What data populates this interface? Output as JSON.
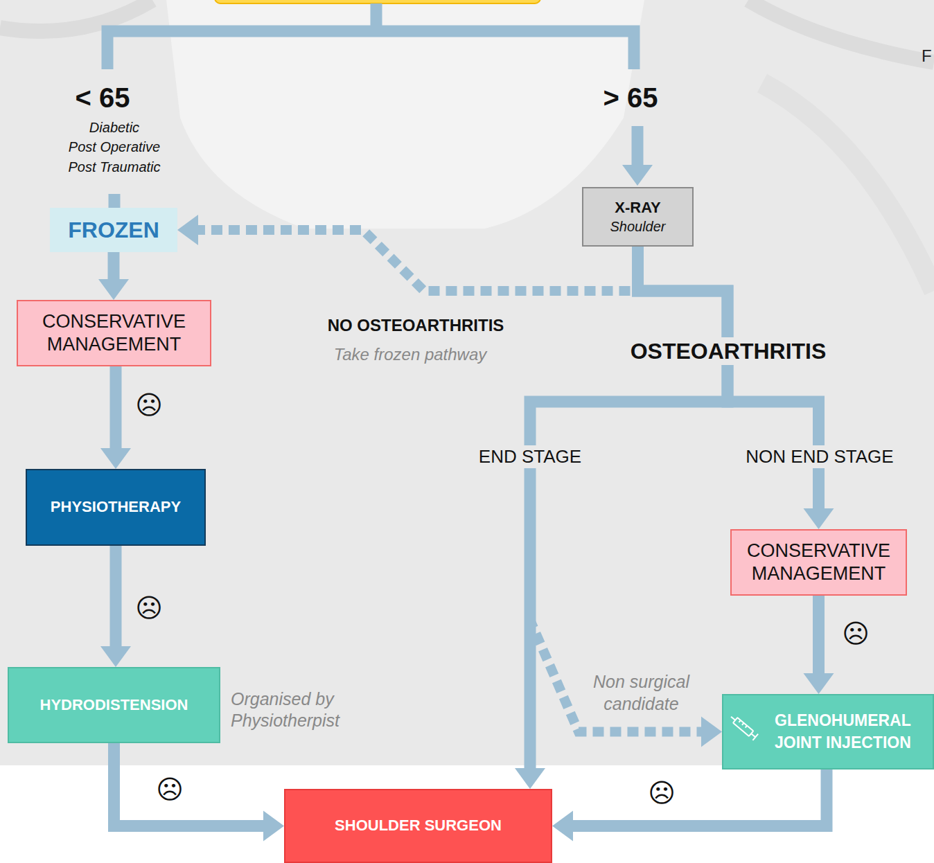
{
  "diagram": {
    "nodes": [
      {
        "text": [
          "X-RAY",
          "Shoulder"
        ]
      },
      {
        "text": [
          "FROZEN"
        ]
      },
      {
        "text": [
          "CONSERVATIVE MANAGEMENT"
        ]
      },
      {
        "text": [
          "PHYSIOTHERAPY"
        ]
      },
      {
        "text": [
          "CONSERVATIVE MANAGEMENT"
        ]
      },
      {
        "text": [
          "HYDRODISTENSION"
        ]
      },
      {
        "text": [
          "GLENOHUMERAL JOINT INJECTION"
        ]
      },
      {
        "text": [
          "SHOULDER SURGEON"
        ]
      }
    ],
    "edges": [
      {
        "from": 1,
        "to": 2,
        "arrow": "to"
      },
      {
        "from": 2,
        "to": 3,
        "arrow": "to",
        "label": "☹"
      },
      {
        "from": 3,
        "to": 5,
        "arrow": "to",
        "label": "☹"
      },
      {
        "from": 5,
        "to": 7,
        "arrow": "to",
        "label": "☹"
      },
      {
        "from": 0,
        "to": 1,
        "arrow": "to"
      },
      {
        "from": 0,
        "to": 7,
        "arrow": "to"
      },
      {
        "from": 0,
        "to": 4,
        "arrow": "to"
      },
      {
        "from": 0,
        "to": 6,
        "arrow": "to",
        "label": "Non surgical candidate"
      },
      {
        "from": 4,
        "to": 6,
        "arrow": "to",
        "label": "☹"
      },
      {
        "from": 6,
        "to": 7,
        "arrow": "to",
        "label": "☹"
      }
    ],
    "labels": [
      "< 65",
      "Diabetic",
      "Post Operative",
      "Post Traumatic",
      "> 65",
      "NO OSTEOARTHRITIS",
      "Take frozen pathway",
      "OSTEOARTHRITIS",
      "END STAGE",
      "NON END STAGE",
      "Organised by Physiotherpist",
      "F"
    ]
  }
}
